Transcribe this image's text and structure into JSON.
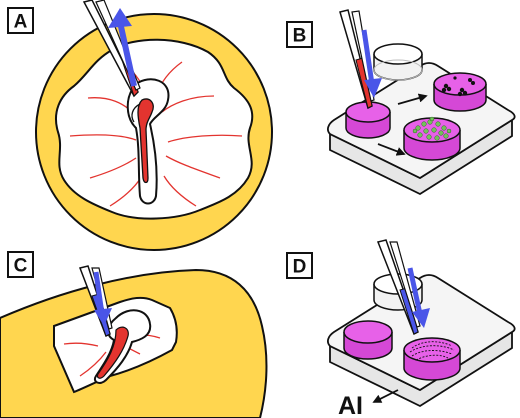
{
  "panels": [
    {
      "id": "A",
      "label": "A"
    },
    {
      "id": "B",
      "label": "B"
    },
    {
      "id": "C",
      "label": "C"
    },
    {
      "id": "D",
      "label": "D"
    }
  ],
  "annotations": {
    "ai_label": "AI"
  },
  "colors": {
    "yellow": "#FFD64F",
    "magenta": "#E761E8",
    "red_vessel": "#E3342F",
    "blue_arrow": "#4A55E8",
    "green_colony": "#72C15A",
    "outline": "#111111",
    "tray_gray": "#F3F3F3"
  },
  "icons": {
    "needle": "pipette-needle",
    "arrow_up": "blue-arrow-up",
    "arrow_down": "blue-arrow-down",
    "transfer_arrow": "black-arrow"
  }
}
